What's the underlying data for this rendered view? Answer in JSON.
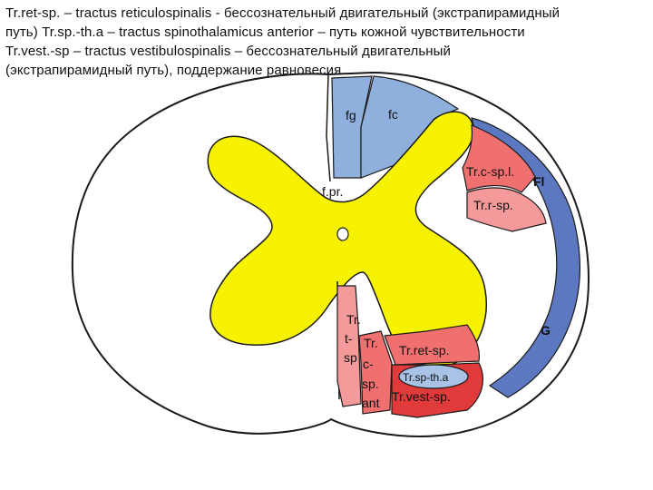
{
  "caption": {
    "line1": "Tr.ret-sp. – tractus reticulospinalis -  бессознательный двигательный (экстрапирамидный",
    "line2": "путь)  Tr.sp.-th.a – tractus spinothalamicus anterior – путь кожной чувствительности",
    "line3": "Tr.vest.-sp – tractus vestibulospinalis –  бессознательный двигательный",
    "line4": "(экстрапирамидный путь), поддержание равновесия"
  },
  "labels": {
    "fg": "fg",
    "fc": "fc",
    "f_pr": "f.pr.",
    "tr_c_sp_l": "Tr.c-sp.l.",
    "fl": "Fl",
    "tr_r_sp": "Tr.r-sp.",
    "g": "G",
    "tr_t_sp_1": "Tr.",
    "tr_t_sp_2": "t-",
    "tr_t_sp_3": "sp",
    "tr_c_sp_a_1": "Tr.",
    "tr_c_sp_a_2": "c-",
    "tr_c_sp_a_3": "sp.",
    "tr_c_sp_a_4": "ant",
    "tr_ret_sp": "Tr.ret-sp.",
    "tr_sp_th_a": "Tr.sp-th.a",
    "tr_vest_sp": "Tr.vest-sp."
  },
  "colors": {
    "gray_matter": "#f7f200",
    "posterior_columns": "#8fb0dc",
    "red_tracts": "#f07070",
    "dark_red_tracts": "#e03a3a",
    "spinocerebellar_posterior": "#f59a9a",
    "gowers_fl_band": "#5b78c0",
    "sp_th_a": "#a9c3e6",
    "outline": "#1a1a1a"
  }
}
